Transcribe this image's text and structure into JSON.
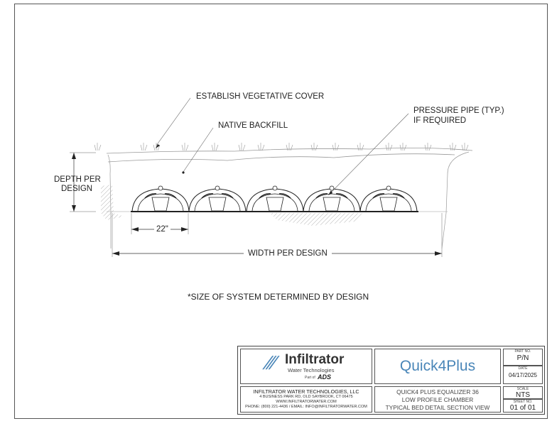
{
  "labels": {
    "vegetative_cover": "ESTABLISH VEGETATIVE COVER",
    "native_backfill": "NATIVE BACKFILL",
    "pressure_pipe_1": "PRESSURE PIPE (TYP.)",
    "pressure_pipe_2": "IF REQUIRED",
    "depth_1": "DEPTH PER",
    "depth_2": "DESIGN",
    "spacing": "22\"",
    "width": "WIDTH PER DESIGN",
    "note": "*SIZE OF SYSTEM DETERMINED BY DESIGN"
  },
  "title_block": {
    "logo": {
      "name": "Infiltrator",
      "sub": "Water Technologies",
      "part_of": "Part of",
      "parent": "ADS"
    },
    "product_logo": "Quick4Plus",
    "company": {
      "name": "INFILTRATOR WATER TECHNOLOGIES, LLC",
      "address": "4 BUSINESS PARK RD, OLD SAYBROOK, CT 06475",
      "web": "WWW.INFILTRATORWATER.COM",
      "contact": "PHONE: (800) 221-4436 / EMAIL: INFO@INFILTRATORWATER.COM"
    },
    "title_lines": [
      "QUICK4 PLUS EQUALIZER 36",
      "LOW PROFILE CHAMBER",
      "TYPICAL BED DETAIL SECTION VIEW"
    ],
    "part_no_label": "PART NO.",
    "part_no": "P/N",
    "date_label": "DATE",
    "date": "04/17/2025",
    "scale_label": "SCALE",
    "scale": "NTS",
    "sheet_label": "SHEET NO.",
    "sheet": "01 of 01"
  },
  "colors": {
    "product_logo": "#4a86b8",
    "line": "#333333"
  }
}
